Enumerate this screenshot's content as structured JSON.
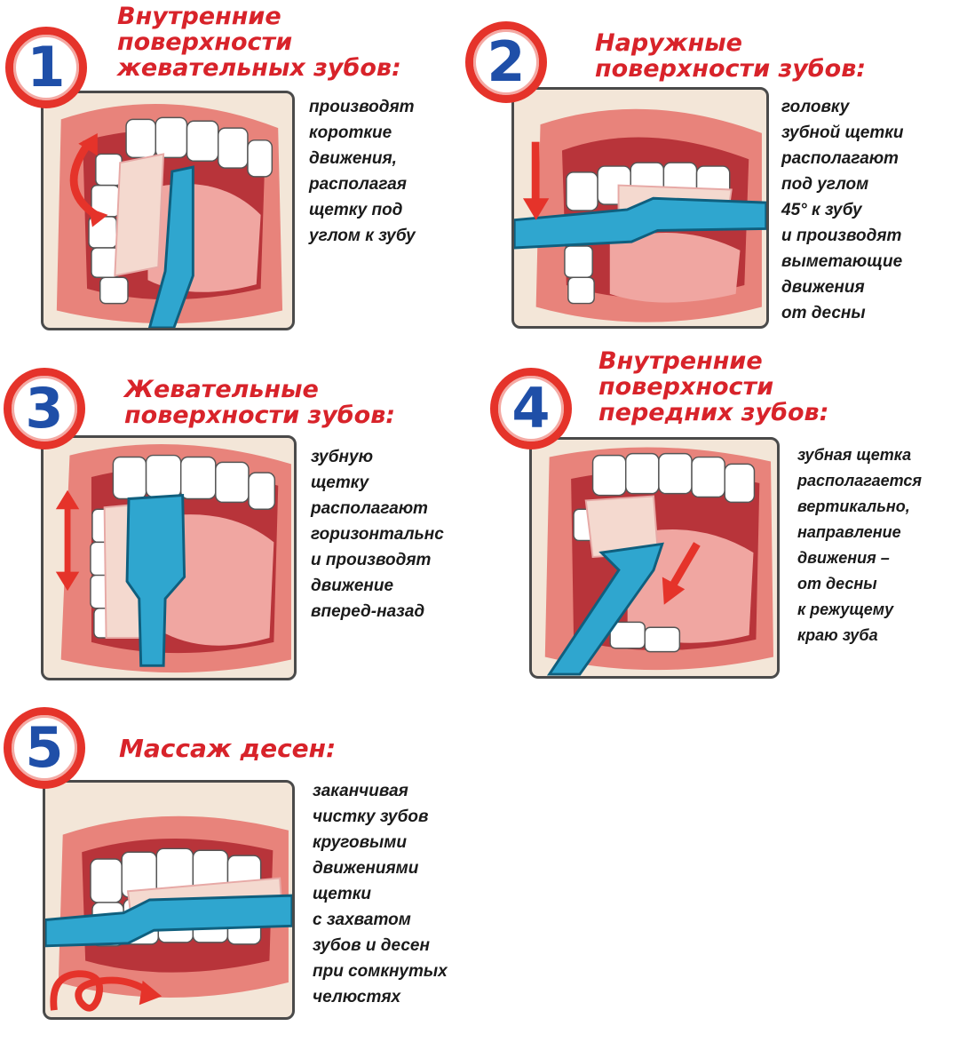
{
  "colors": {
    "accent_red": "#e5332a",
    "number_blue": "#1f4fa8",
    "brush_blue": "#2fa6cf",
    "lip_pink": "#e8837b",
    "tongue": "#f0a6a1"
  },
  "steps": [
    {
      "number": "1",
      "heading": [
        "Внутренние",
        "поверхности",
        "жевательных зубов:"
      ],
      "description": [
        "производят",
        "короткие",
        "движения,",
        "располагая",
        "щетку под",
        "углом к зубу"
      ],
      "icons": [
        "curved-arrow-icon",
        "toothbrush-icon"
      ]
    },
    {
      "number": "2",
      "heading": [
        "Наружные",
        "поверхности зубов:"
      ],
      "description": [
        "головку",
        "зубной щетки",
        "располагают",
        "под углом",
        "45° к зубу",
        "и производят",
        "выметающие",
        "движения",
        "от десны"
      ],
      "icons": [
        "down-arrow-icon",
        "toothbrush-icon"
      ]
    },
    {
      "number": "3",
      "heading": [
        "Жевательные",
        "поверхности зубов:"
      ],
      "description": [
        "зубную",
        "щетку",
        "располагают",
        "горизонтальнс",
        "и производят",
        "движение",
        "вперед-назад"
      ],
      "icons": [
        "double-arrow-icon",
        "toothbrush-icon"
      ]
    },
    {
      "number": "4",
      "heading": [
        "Внутренние",
        "поверхности",
        "передних зубов:"
      ],
      "description": [
        "зубная щетка",
        "располагается",
        "вертикально,",
        "направление",
        "движения –",
        "от десны",
        "к режущему",
        "краю зуба"
      ],
      "icons": [
        "diagonal-arrow-icon",
        "toothbrush-icon"
      ]
    },
    {
      "number": "5",
      "heading": [
        "Массаж десен:"
      ],
      "description": [
        "заканчивая",
        "чистку зубов",
        "круговыми",
        "движениями",
        "щетки",
        "с захватом",
        "зубов и десен",
        "при сомкнутых",
        "челюстях"
      ],
      "icons": [
        "circular-arrow-icon",
        "toothbrush-icon"
      ]
    }
  ]
}
